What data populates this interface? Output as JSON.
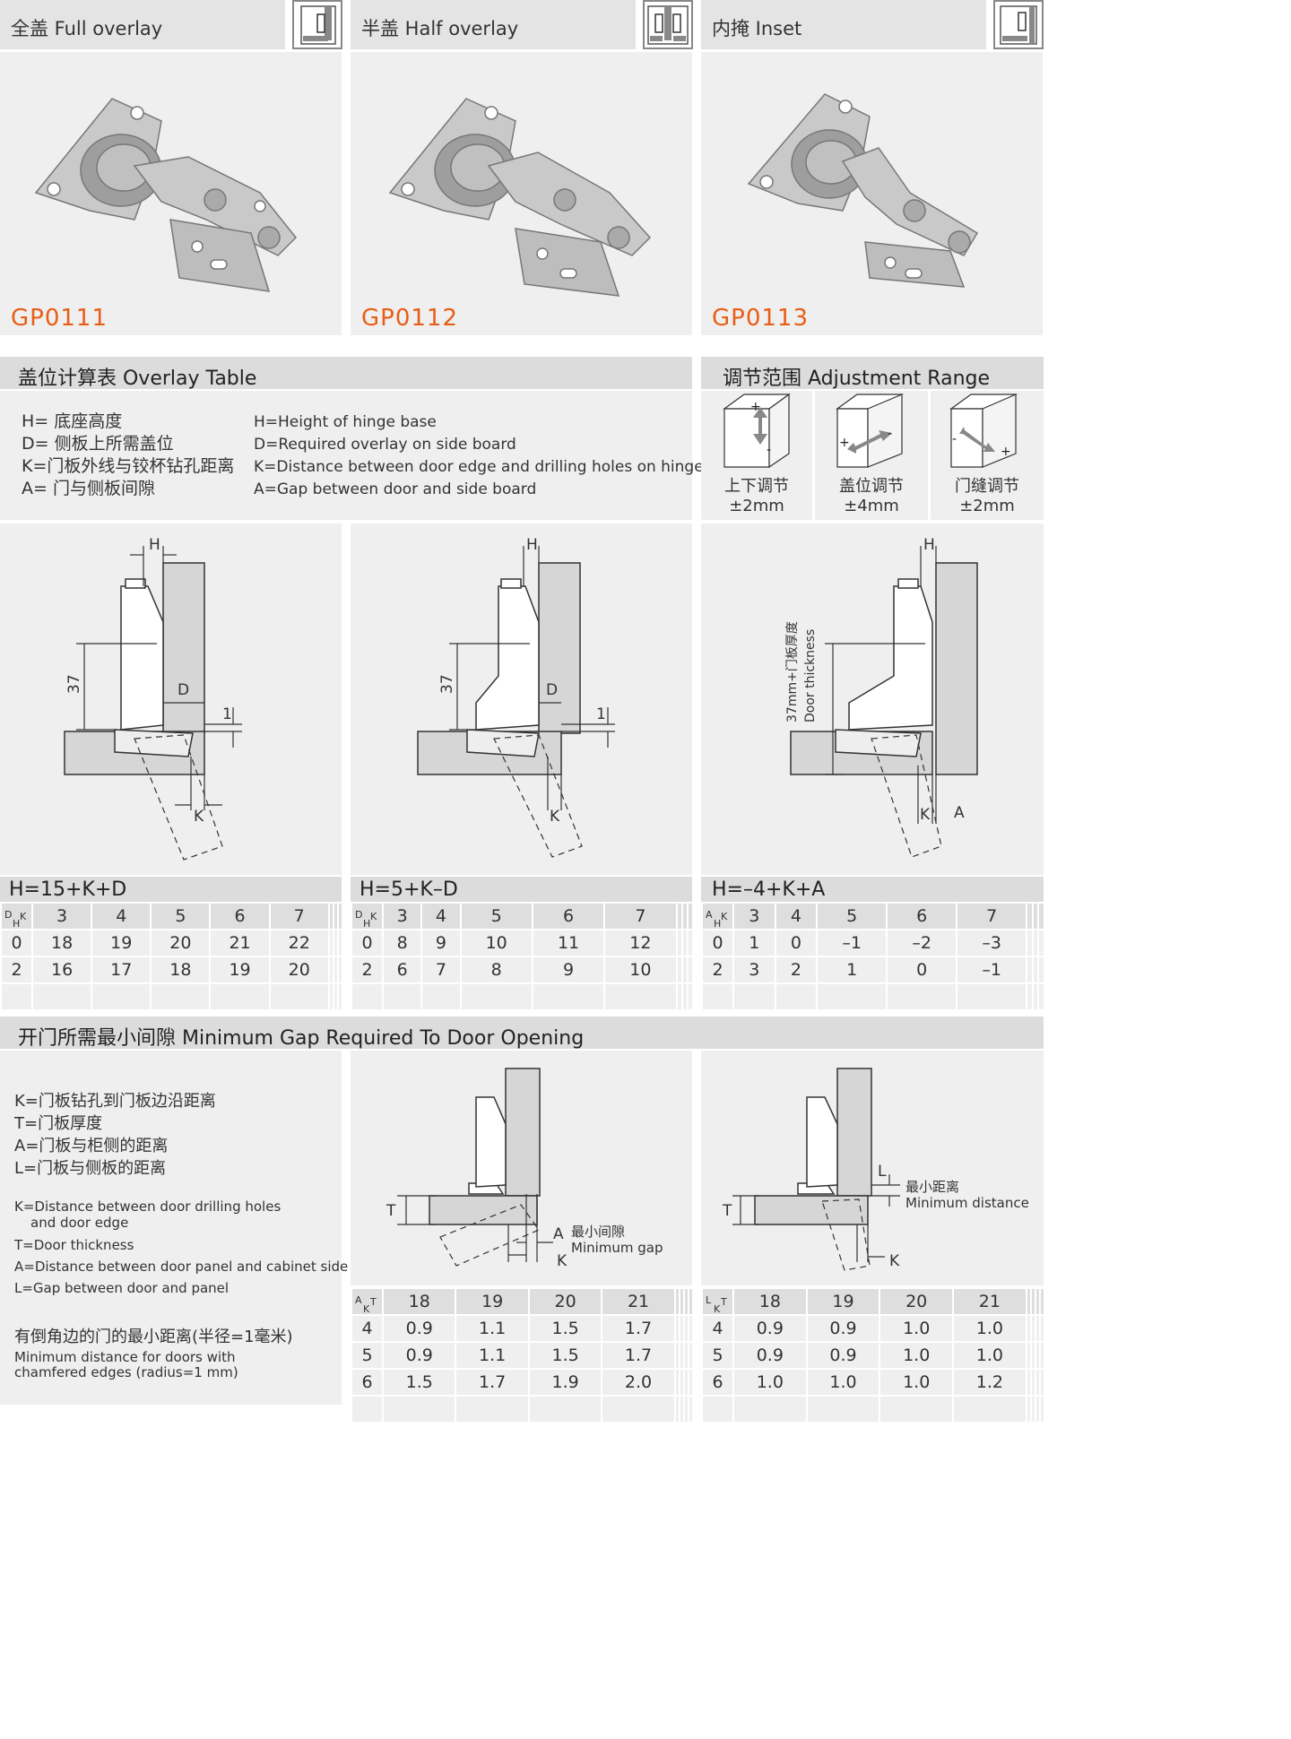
{
  "products": [
    {
      "title": "全盖 Full overlay",
      "model": "GP0111"
    },
    {
      "title": "半盖 Half overlay",
      "model": "GP0112"
    },
    {
      "title": "内掩 Inset",
      "model": "GP0113"
    }
  ],
  "overlay": {
    "title": "盖位计算表  Overlay Table",
    "defs_cn": [
      "H= 底座高度",
      "D= 侧板上所需盖位",
      "K=门板外线与铰杯钻孔距离",
      "A= 门与侧板间隙"
    ],
    "defs_en": [
      "H=Height of hinge base",
      "D=Required overlay on side board",
      "K=Distance between door edge and drilling holes on hinge cup",
      "A=Gap between door and side board"
    ]
  },
  "adjust": {
    "title": "调节范围  Adjustment Range",
    "items": [
      {
        "label": "上下调节",
        "value": "±2mm"
      },
      {
        "label": "盖位调节",
        "value": "±4mm"
      },
      {
        "label": "门缝调节",
        "value": "±2mm"
      }
    ]
  },
  "drawings": {
    "H": "H",
    "D": "D",
    "K": "K",
    "A": "A",
    "T": "T",
    "L": "L",
    "dim37": "37",
    "dim1": "1",
    "inset_dim": "37mm+门板厚度",
    "inset_dim_en": "Door thickness",
    "min_gap_cn": "最小间隙",
    "min_gap_en": "Minimum gap",
    "min_dist_cn": "最小距离",
    "min_dist_en": "Minimum distance"
  },
  "tables": [
    {
      "formula": "H=15+K+D",
      "row_label": "D",
      "col_label": "K",
      "sub": "H",
      "cols": [
        "3",
        "4",
        "5",
        "6",
        "7"
      ],
      "rows": [
        [
          "0",
          "18",
          "19",
          "20",
          "21",
          "22"
        ],
        [
          "2",
          "16",
          "17",
          "18",
          "19",
          "20"
        ]
      ]
    },
    {
      "formula": "H=5+K–D",
      "row_label": "D",
      "col_label": "K",
      "sub": "H",
      "cols": [
        "3",
        "4",
        "5",
        "6",
        "7"
      ],
      "rows": [
        [
          "0",
          "8",
          "9",
          "10",
          "11",
          "12"
        ],
        [
          "2",
          "6",
          "7",
          "8",
          "9",
          "10"
        ]
      ]
    },
    {
      "formula": "H=–4+K+A",
      "row_label": "A",
      "col_label": "K",
      "sub": "H",
      "cols": [
        "3",
        "4",
        "5",
        "6",
        "7"
      ],
      "rows": [
        [
          "0",
          "1",
          "0",
          "–1",
          "–2",
          "–3"
        ],
        [
          "2",
          "3",
          "2",
          "1",
          "0",
          "–1"
        ]
      ]
    }
  ],
  "mingap": {
    "title": "开门所需最小间隙  Minimum Gap Required To Door Opening",
    "defs_cn": [
      "K=门板钻孔到门板边沿距离",
      "T=门板厚度",
      "A=门板与柜侧的距离",
      "L=门板与侧板的距离"
    ],
    "defs_en": [
      "K=Distance between door drilling holes",
      "and door edge",
      "T=Door thickness",
      "A=Distance between door panel and cabinet side",
      "L=Gap between door  and panel"
    ],
    "chamfer_cn": "有倒角边的门的最小距离(半径=1毫米)",
    "chamfer_en": [
      "Minimum distance for doors with",
      "chamfered edges (radius=1 mm)"
    ]
  },
  "gap_tables": [
    {
      "row_label": "A",
      "col_label": "T",
      "sub": "K",
      "cols": [
        "18",
        "19",
        "20",
        "21"
      ],
      "rows": [
        [
          "4",
          "0.9",
          "1.1",
          "1.5",
          "1.7"
        ],
        [
          "5",
          "0.9",
          "1.1",
          "1.5",
          "1.7"
        ],
        [
          "6",
          "1.5",
          "1.7",
          "1.9",
          "2.0"
        ]
      ]
    },
    {
      "row_label": "L",
      "col_label": "T",
      "sub": "K",
      "cols": [
        "18",
        "19",
        "20",
        "21"
      ],
      "rows": [
        [
          "4",
          "0.9",
          "0.9",
          "1.0",
          "1.0"
        ],
        [
          "5",
          "0.9",
          "0.9",
          "1.0",
          "1.0"
        ],
        [
          "6",
          "1.0",
          "1.0",
          "1.0",
          "1.2"
        ]
      ]
    }
  ]
}
